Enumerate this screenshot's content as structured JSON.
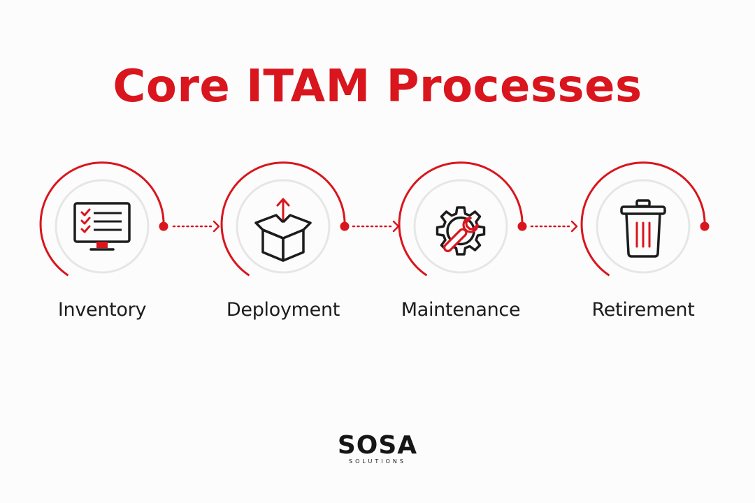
{
  "title": "Core ITAM Processes",
  "colors": {
    "accent": "#d9151d",
    "ring_gray": "#e6e6e6",
    "icon_dark": "#1c1c1c"
  },
  "stages": [
    {
      "label": "Inventory",
      "icon": "monitor-checklist-icon"
    },
    {
      "label": "Deployment",
      "icon": "open-box-arrow-icon"
    },
    {
      "label": "Maintenance",
      "icon": "gear-wrench-icon"
    },
    {
      "label": "Retirement",
      "icon": "trash-bin-icon"
    }
  ],
  "logo": {
    "brand": "SOSA",
    "subtitle": "SOLUTIONS"
  }
}
